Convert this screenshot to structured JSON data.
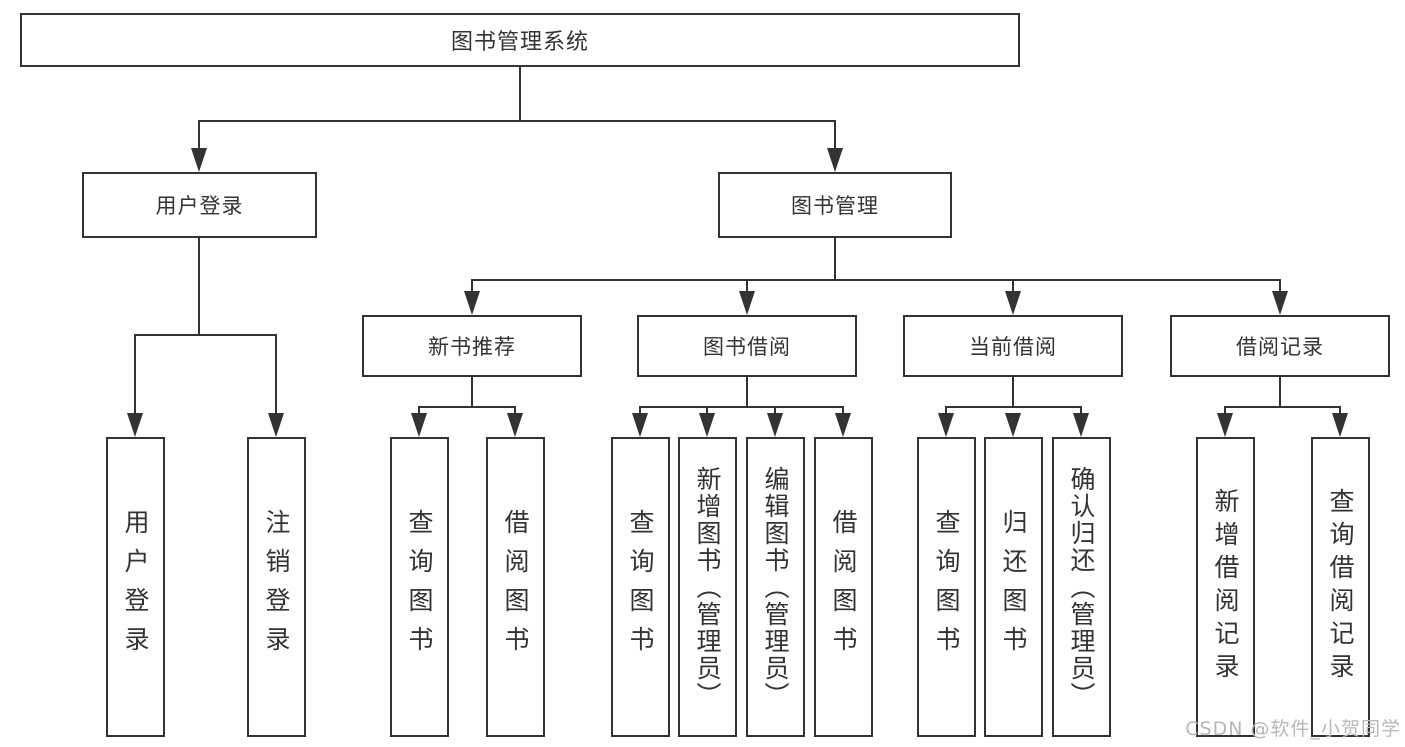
{
  "root": {
    "label": "图书管理系统"
  },
  "branches": [
    {
      "label": "用户登录",
      "leaves": [
        "用户登录",
        "注销登录"
      ]
    },
    {
      "label": "图书管理",
      "sections": [
        {
          "label": "新书推荐",
          "leaves": [
            "查询图书",
            "借阅图书"
          ]
        },
        {
          "label": "图书借阅",
          "leaves": [
            "查询图书",
            "新增图书（管理员）",
            "编辑图书（管理员）",
            "借阅图书"
          ]
        },
        {
          "label": "当前借阅",
          "leaves": [
            "查询图书",
            "归还图书",
            "确认归还（管理员）"
          ]
        },
        {
          "label": "借阅记录",
          "leaves": [
            "新增借阅记录",
            "查询借阅记录"
          ]
        }
      ]
    }
  ],
  "watermark": "CSDN @软件_小贺同学",
  "colors": {
    "line": "#333333",
    "box_border": "#333333",
    "text": "#333333",
    "watermark": "#b8b8b8",
    "background": "#ffffff"
  }
}
